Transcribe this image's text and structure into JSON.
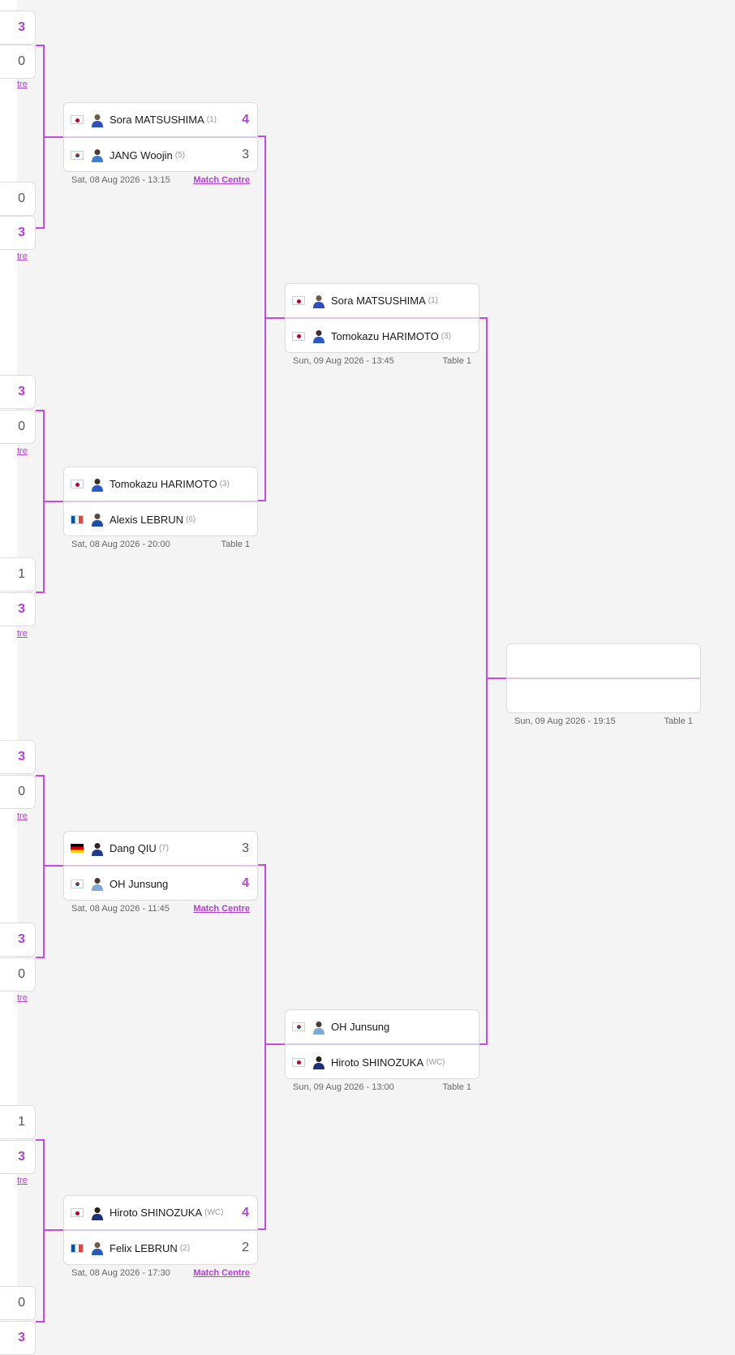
{
  "edge_stubs": [
    {
      "score": "3",
      "win": true
    },
    {
      "score": "0",
      "win": false
    },
    {
      "score": "0",
      "win": false
    },
    {
      "score": "3",
      "win": true
    },
    {
      "score": "3",
      "win": true
    },
    {
      "score": "0",
      "win": false
    },
    {
      "score": "1",
      "win": false
    },
    {
      "score": "3",
      "win": true
    },
    {
      "score": "3",
      "win": true
    },
    {
      "score": "0",
      "win": false
    },
    {
      "score": "3",
      "win": true
    },
    {
      "score": "0",
      "win": false
    },
    {
      "score": "1",
      "win": false
    },
    {
      "score": "3",
      "win": true
    },
    {
      "score": "0",
      "win": false
    },
    {
      "score": "3",
      "win": true
    }
  ],
  "edge_links": [
    "tre",
    "tre",
    "tre",
    "tre",
    "tre",
    "tre",
    "tre"
  ],
  "matches": {
    "qf1": {
      "p1": {
        "flag": "JP",
        "name": "Sora MATSUSHIMA",
        "seed": "(1)",
        "score": "4",
        "win": true
      },
      "p2": {
        "flag": "KR",
        "name": "JANG Woojin",
        "seed": "(5)",
        "score": "3",
        "win": false
      },
      "date": "Sat, 08 Aug 2026 - 13:15",
      "right": "Match Centre"
    },
    "qf2": {
      "p1": {
        "flag": "JP",
        "name": "Tomokazu HARIMOTO",
        "seed": "(3)",
        "score": "",
        "win": false
      },
      "p2": {
        "flag": "FR",
        "name": "Alexis LEBRUN",
        "seed": "(6)",
        "score": "",
        "win": false
      },
      "date": "Sat, 08 Aug 2026 - 20:00",
      "right": "Table 1"
    },
    "qf3": {
      "p1": {
        "flag": "DE",
        "name": "Dang QIU",
        "seed": "(7)",
        "score": "3",
        "win": false
      },
      "p2": {
        "flag": "KR",
        "name": "OH Junsung",
        "seed": "",
        "score": "4",
        "win": true
      },
      "date": "Sat, 08 Aug 2026 - 11:45",
      "right": "Match Centre"
    },
    "qf4": {
      "p1": {
        "flag": "JP",
        "name": "Hiroto SHINOZUKA",
        "seed": "(WC)",
        "score": "4",
        "win": true
      },
      "p2": {
        "flag": "FR",
        "name": "Felix LEBRUN",
        "seed": "(2)",
        "score": "2",
        "win": false
      },
      "date": "Sat, 08 Aug 2026 - 17:30",
      "right": "Match Centre"
    },
    "sf1": {
      "p1": {
        "flag": "JP",
        "name": "Sora MATSUSHIMA",
        "seed": "(1)",
        "score": "",
        "win": false
      },
      "p2": {
        "flag": "JP",
        "name": "Tomokazu HARIMOTO",
        "seed": "(3)",
        "score": "",
        "win": false
      },
      "date": "Sun, 09 Aug 2026 - 13:45",
      "right": "Table 1"
    },
    "sf2": {
      "p1": {
        "flag": "KR",
        "name": "OH Junsung",
        "seed": "",
        "score": "",
        "win": false
      },
      "p2": {
        "flag": "JP",
        "name": "Hiroto SHINOZUKA",
        "seed": "(WC)",
        "score": "",
        "win": false
      },
      "date": "Sun, 09 Aug 2026 - 13:00",
      "right": "Table 1"
    },
    "final": {
      "p1": {
        "flag": "",
        "name": "",
        "seed": "",
        "score": "",
        "win": false
      },
      "p2": {
        "flag": "",
        "name": "",
        "seed": "",
        "score": "",
        "win": false
      },
      "date": "Sun, 09 Aug 2026 - 19:15",
      "right": "Table 1"
    }
  },
  "colors": {
    "accent": "#b43fd4",
    "connector": "#c94ae0",
    "background": "#f4f4f4"
  }
}
